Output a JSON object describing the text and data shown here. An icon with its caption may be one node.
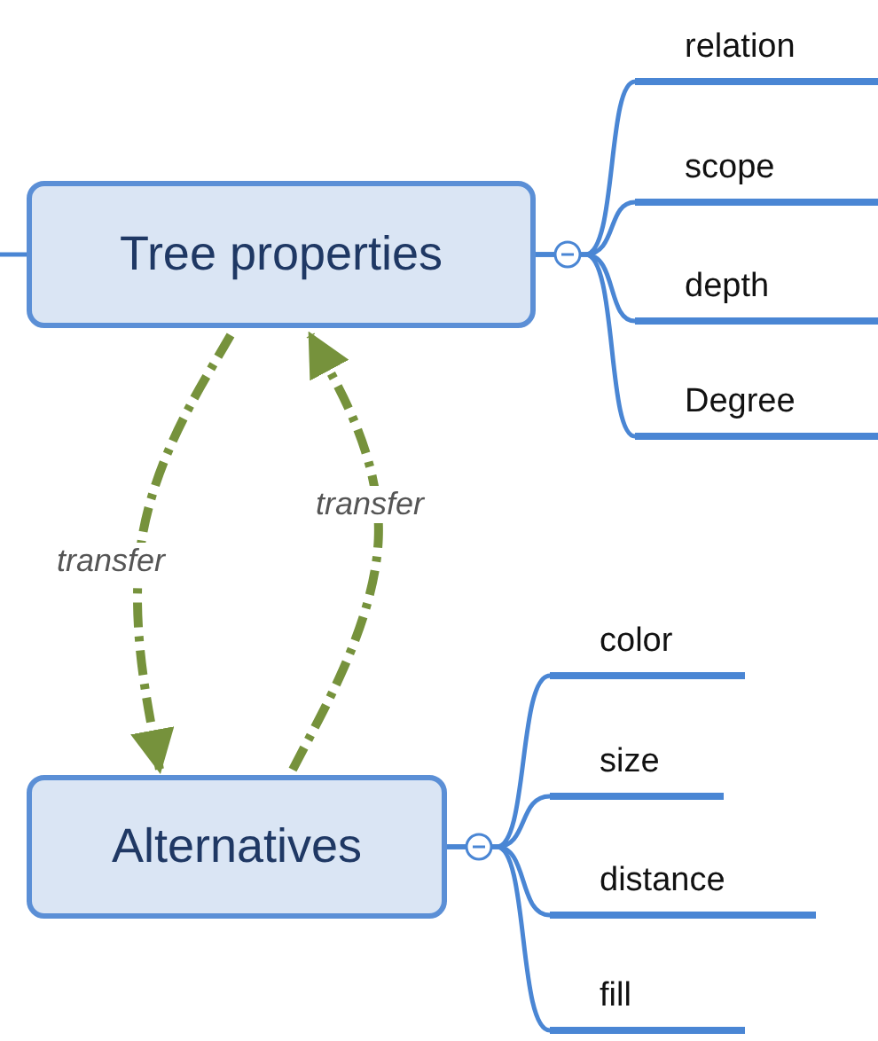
{
  "diagram": {
    "nodes": [
      {
        "text": [
          "Tree properties"
        ]
      },
      {
        "text": [
          "relation"
        ]
      },
      {
        "text": [
          "scope"
        ]
      },
      {
        "text": [
          "depth"
        ]
      },
      {
        "text": [
          "Degree"
        ]
      },
      {
        "text": [
          "Alternatives"
        ]
      },
      {
        "text": [
          "color"
        ]
      },
      {
        "text": [
          "size"
        ]
      },
      {
        "text": [
          "distance"
        ]
      },
      {
        "text": [
          "fill"
        ]
      }
    ],
    "edges": [
      {
        "from": null,
        "to": 0,
        "arrow": "none"
      },
      {
        "from": 0,
        "to": 1,
        "arrow": "none"
      },
      {
        "from": 0,
        "to": 2,
        "arrow": "none"
      },
      {
        "from": 0,
        "to": 3,
        "arrow": "none"
      },
      {
        "from": 0,
        "to": 4,
        "arrow": "none"
      },
      {
        "from": 0,
        "to": 5,
        "arrow": "to",
        "label": "transfer",
        "style": "dashed",
        "color": "#76923c"
      },
      {
        "from": 5,
        "to": 0,
        "arrow": "to",
        "label": "transfer",
        "style": "dashed",
        "color": "#76923c"
      },
      {
        "from": 5,
        "to": 6,
        "arrow": "none"
      },
      {
        "from": 5,
        "to": 7,
        "arrow": "none"
      },
      {
        "from": 5,
        "to": 8,
        "arrow": "none"
      },
      {
        "from": 5,
        "to": 9,
        "arrow": "none"
      }
    ]
  }
}
